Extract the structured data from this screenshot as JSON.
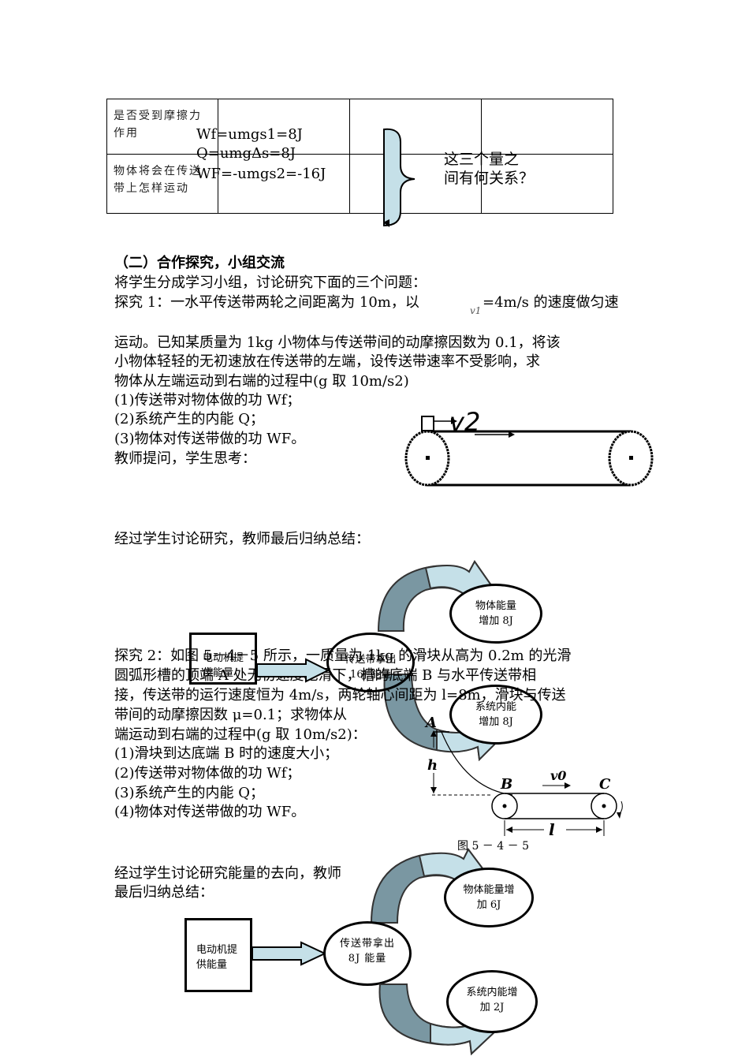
{
  "table": {
    "row1_q": "是否受到摩擦力作用",
    "row2_q": "物体将会在传送带上怎样运动",
    "formula_wf": "Wf=umgs1=8J",
    "formula_q": "Q=umgΔs=8J",
    "formula_wF": "WF=-umgs2=-16J",
    "relation_line1": "这三个量之",
    "relation_line2": "间有何关系？"
  },
  "section2": {
    "heading": "（二）合作探究，小组交流",
    "intro": "将学生分成学习小组，讨论研究下面的三个问题：",
    "explore1_line1": "探究 1：一水平传送带两轮之间距离为 10m，以",
    "explore1_v1": "v1",
    "explore1_line1_end": "=4m/s 的速度做匀速",
    "explore1_line2": "运动。已知某质量为 1kg 小物体与传送带间的动摩擦因数为 0.1，将该",
    "explore1_line3": "小物体轻轻的无初速放在传送带的左端，设传送带速率不受影响，求",
    "explore1_line4": "物体从左端运动到右端的过程中(g 取 10m/s2)",
    "q1": "(1)传送带对物体做的功 Wf；",
    "q2": "(2)系统产生的内能 Q；",
    "q3": "(3)物体对传送带做的功 WF。",
    "teacher_ask": "教师提问，学生思考：",
    "belt1_label": "v2",
    "summary1": "经过学生讨论研究，教师最后归纳总结："
  },
  "flow1": {
    "motor": "电动机提供能量",
    "belt": "传送带拿出 16J 能量",
    "obj": "物体能量增加 8J",
    "heat": "系统内能增加 8J"
  },
  "explore2": {
    "line1": "探究 2：如图 5－4－5 所示，一质量为 1kg 的滑块从高为 0.2m 的光滑",
    "line2": "圆弧形槽的顶端 A 处无初速度地滑下，槽的底端 B 与水平传送带相",
    "line3": "接，传送带的运行速度恒为 4m/s，两轮轴心间距为 l=8m，滑块与传送",
    "line4": "带间的动摩擦因数 μ=0.1；求物体从",
    "line5": "端运动到右端的过程中(g 取 10m/s2)：",
    "q1": "(1)滑块到达底端 B 时的速度大小；",
    "q2": "(2)传送带对物体做的功 Wf；",
    "q3": "(3)系统产生的内能 Q；",
    "q4": "(4)物体对传送带做的功 WF。",
    "fig_A": "A",
    "fig_h": "h",
    "fig_B": "B",
    "fig_C": "C",
    "fig_v0": "v0",
    "fig_l": "l",
    "fig_caption": "图 5 － 4 － 5"
  },
  "summary2": {
    "line1": "经过学生讨论研究能量的去向，教师",
    "line2": "最后归纳总结："
  },
  "flow2": {
    "motor": "电动机提供能量",
    "belt": "传送带拿出 8J 能量",
    "obj": "物体能量增加 6J",
    "heat": "系统内能增加 2J"
  },
  "colors": {
    "arrow_fill": "#c5e0e8",
    "arrow_dark": "#7a97a2"
  }
}
